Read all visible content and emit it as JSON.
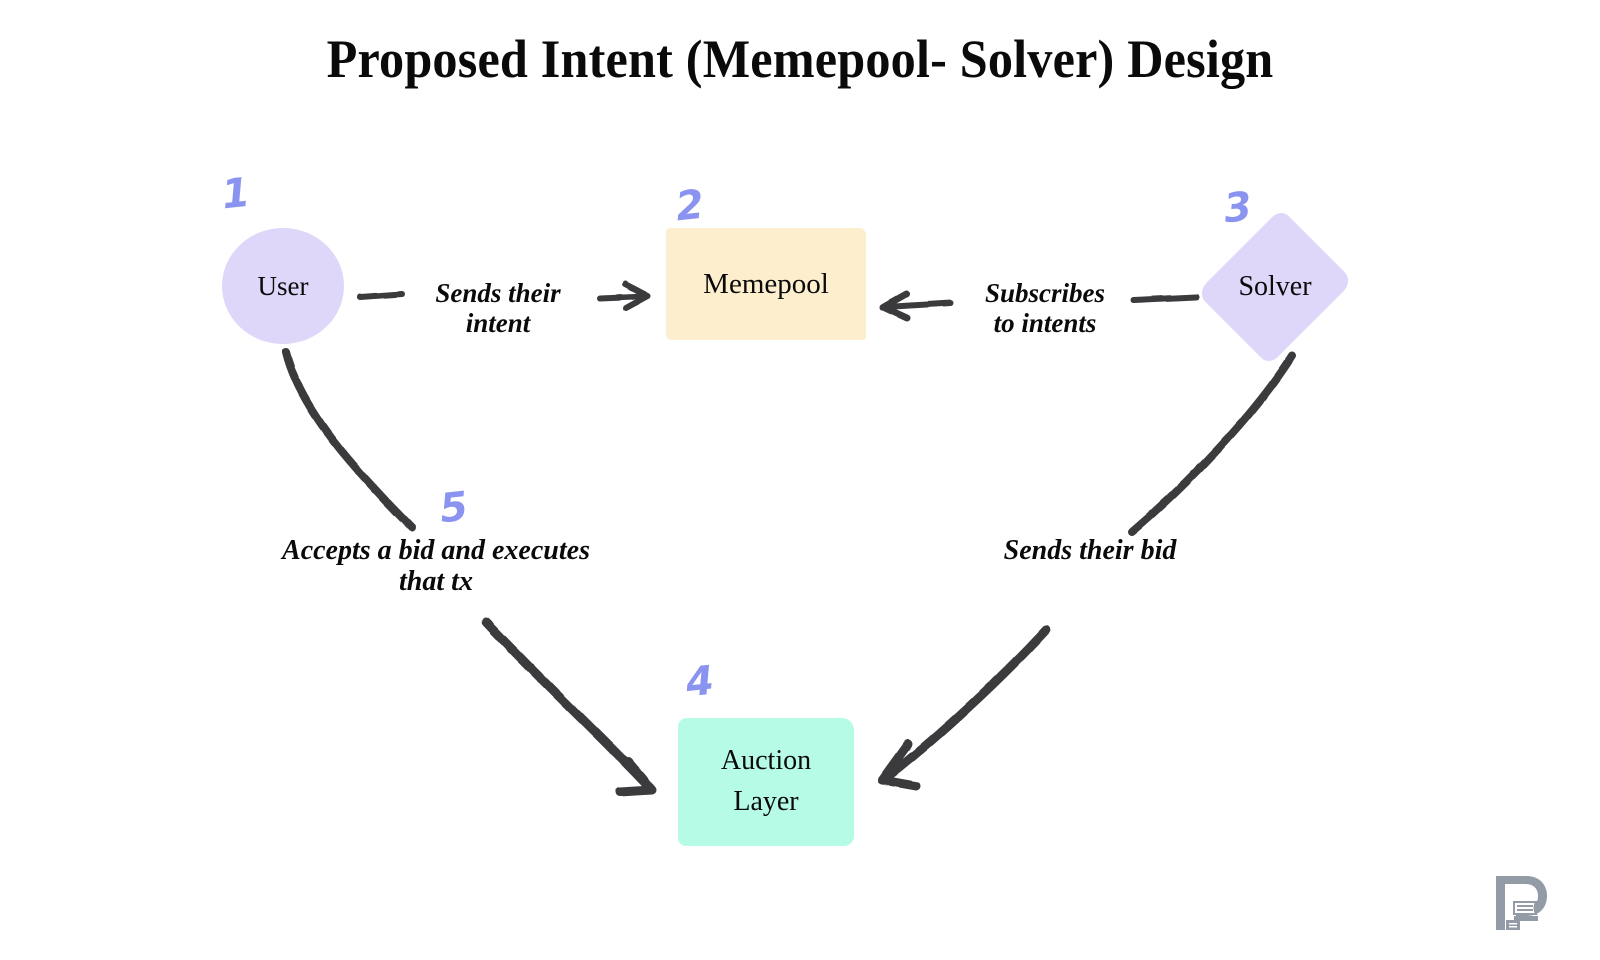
{
  "page": {
    "title": "Proposed Intent (Memepool- Solver) Design",
    "background_color": "#ffffff"
  },
  "colors": {
    "node_purple": "#ded7f9",
    "node_cream": "#fdeecd",
    "node_mint": "#b6fbe6",
    "step_number_blue": "#8b93f0",
    "stroke_dark": "#3a3a3c",
    "text_black": "#0a0a0a",
    "watermark_gray": "#8e96a3"
  },
  "diagram": {
    "type": "flowchart",
    "nodes": [
      {
        "id": "user",
        "label": "User",
        "shape": "circle",
        "fill": "#ded7f9",
        "step": "1"
      },
      {
        "id": "memepool",
        "label": "Memepool",
        "shape": "rectangle",
        "fill": "#fdeecd",
        "step": "2"
      },
      {
        "id": "solver",
        "label": "Solver",
        "shape": "diamond",
        "fill": "#ded7f9",
        "step": "3"
      },
      {
        "id": "auction",
        "label_line1": "Auction",
        "label_line2": "Layer",
        "label": "Auction Layer",
        "shape": "rounded-rectangle",
        "fill": "#b6fbe6",
        "step": "4"
      }
    ],
    "edges": [
      {
        "id": "user-to-memepool",
        "from": "user",
        "to": "memepool",
        "label": "Sends their\nintent",
        "step": "1",
        "direction": "right",
        "arrowhead": true
      },
      {
        "id": "solver-to-memepool",
        "from": "solver",
        "to": "memepool",
        "label": "Subscribes\nto intents",
        "step": "3",
        "direction": "left",
        "arrowhead": true
      },
      {
        "id": "solver-to-auction",
        "from": "solver",
        "to": "auction",
        "label": "Sends their bid",
        "step": "4",
        "direction": "down-left",
        "arrowhead": true
      },
      {
        "id": "user-to-auction",
        "from": "user",
        "to": "auction",
        "label": "Accepts a bid and executes\nthat tx",
        "step": "5",
        "direction": "down-right",
        "arrowhead": true
      }
    ],
    "step_numbers": [
      "1",
      "2",
      "3",
      "4",
      "5"
    ]
  },
  "watermark": {
    "name": "publisher-monogram-logo",
    "color": "#8e96a3"
  }
}
